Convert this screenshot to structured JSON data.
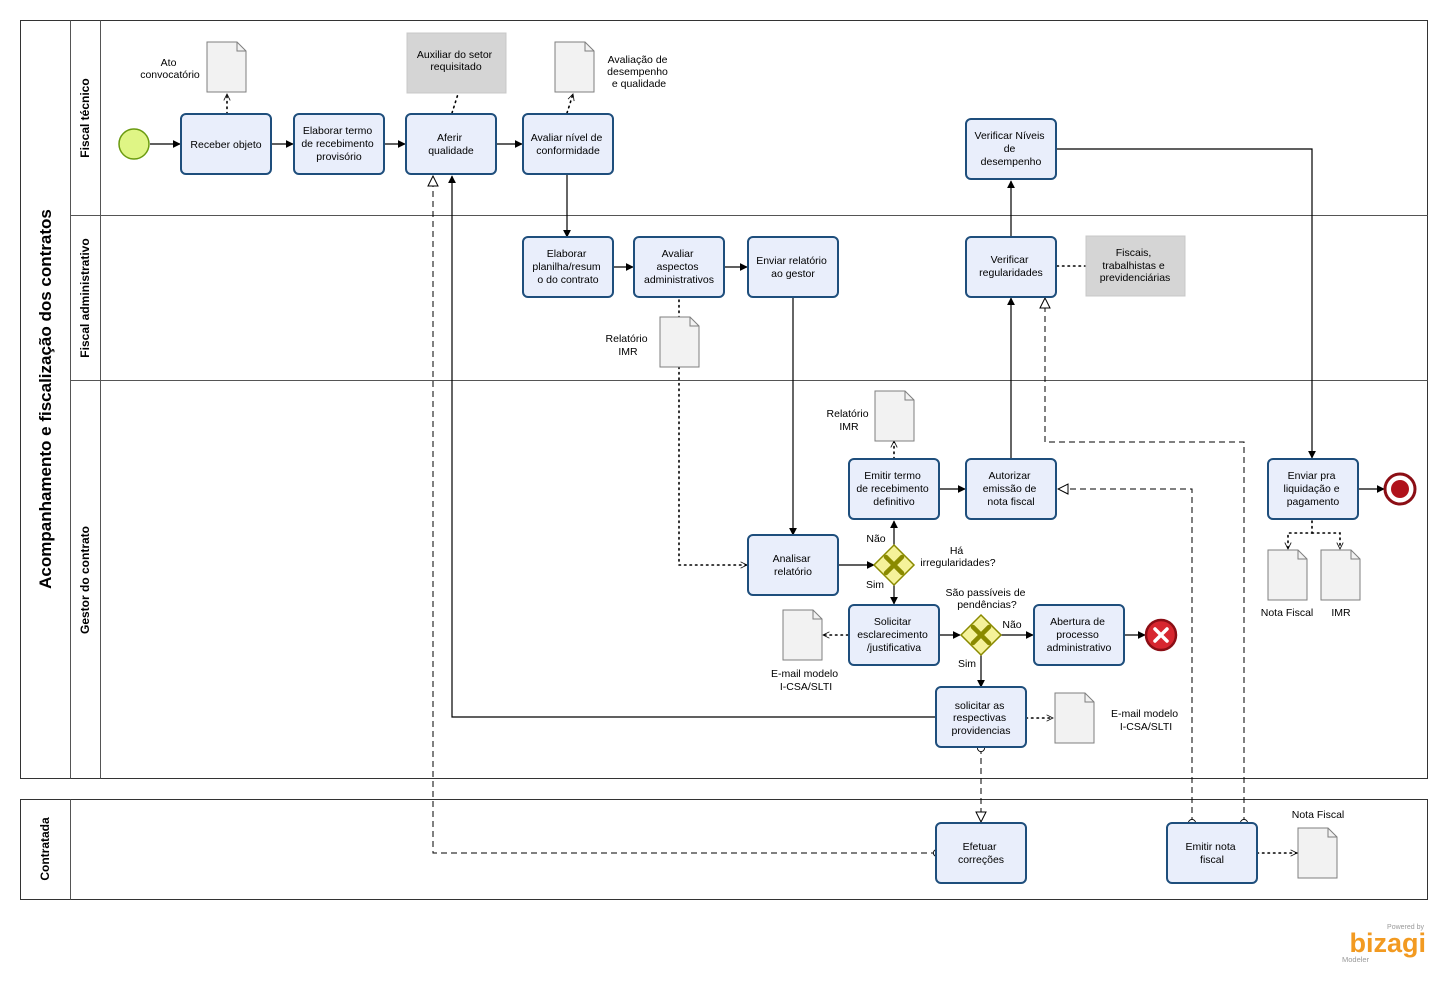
{
  "diagram": {
    "main_pool_title": "Acompanhamento e fiscalização dos contratos",
    "lanes": {
      "fiscal_tecnico": "Fiscal técnico",
      "fiscal_administrativo": "Fiscal administrativo",
      "gestor": "Gestor do contrato",
      "contratada": "Contratada"
    },
    "tasks": {
      "receber_objeto": [
        "Receber objeto"
      ],
      "elaborar_termo_provisorio": [
        "Elaborar termo",
        "de recebimento",
        "provisório"
      ],
      "aferir_qualidade": [
        "Aferir",
        "qualidade"
      ],
      "avaliar_nivel": [
        "Avaliar nível de",
        "conformidade"
      ],
      "verificar_niveis": [
        "Verificar Níveis",
        "de",
        "desempenho"
      ],
      "elaborar_planilha": [
        "Elaborar",
        "planilha/resum",
        "o do contrato"
      ],
      "avaliar_aspectos": [
        "Avaliar",
        "aspectos",
        "administrativos"
      ],
      "enviar_relatorio": [
        "Enviar relatório",
        "ao gestor"
      ],
      "verificar_regularidades": [
        "Verificar",
        "regularidades"
      ],
      "emitir_termo_definitivo": [
        "Emitir termo",
        "de recebimento",
        "definitivo"
      ],
      "autorizar_emissao": [
        "Autorizar",
        "emissão de",
        "nota fiscal"
      ],
      "enviar_liquidacao": [
        "Enviar pra",
        "liquidação e",
        "pagamento"
      ],
      "analisar_relatorio": [
        "Analisar",
        "relatório"
      ],
      "solicitar_esclarecimento": [
        "Solicitar",
        "esclarecimento",
        "/justificativa"
      ],
      "abertura_processo": [
        "Abertura de",
        "processo",
        "administrativo"
      ],
      "solicitar_providencias": [
        "solicitar as",
        "respectivas",
        "providencias"
      ],
      "efetuar_correcoes": [
        "Efetuar",
        "correções"
      ],
      "emitir_nota_fiscal": [
        "Emitir nota",
        "fiscal"
      ]
    },
    "annotations": {
      "auxiliar": [
        "Auxiliar do setor",
        "requisitado"
      ],
      "fiscais": [
        "Fiscais,",
        "trabalhistas e",
        "previdenciárias"
      ]
    },
    "documents": {
      "ato_convocatorio": [
        "Ato",
        "convocatório"
      ],
      "avaliacao_desempenho": [
        "Avaliação de",
        "desempenho",
        "e qualidade"
      ],
      "relatorio_imr_admin": [
        "Relatório",
        "IMR"
      ],
      "relatorio_imr_gestor": [
        "Relatório",
        "IMR"
      ],
      "nota_fiscal_gestor": [
        "Nota Fiscal"
      ],
      "imr_gestor": [
        "IMR"
      ],
      "email_esclarecimento": [
        "E-mail modelo",
        "I-CSA/SLTI"
      ],
      "email_providencias": [
        "E-mail modelo",
        "I-CSA/SLTI"
      ],
      "nota_fiscal_contratada": [
        "Nota Fiscal"
      ]
    },
    "gateways": {
      "irregularidades": [
        "Há",
        "irregularidades?"
      ],
      "pendencias": [
        "São passíveis de",
        "pendências?"
      ]
    },
    "flow_labels": {
      "nao_1": "Não",
      "sim_1": "Sim",
      "nao_2": "Não",
      "sim_2": "Sim"
    },
    "branding": {
      "powered_by": "Powered by",
      "logo": "bizagi",
      "product": "Modeler"
    },
    "colors": {
      "task_fill": "#e9eefb",
      "task_stroke": "#1e4e7c",
      "start_event": "#dff585",
      "end_event": "#b0131c",
      "gateway": "#f5f29a",
      "gateway_mark": "#8a8a00",
      "logo": "#f29a21"
    }
  }
}
